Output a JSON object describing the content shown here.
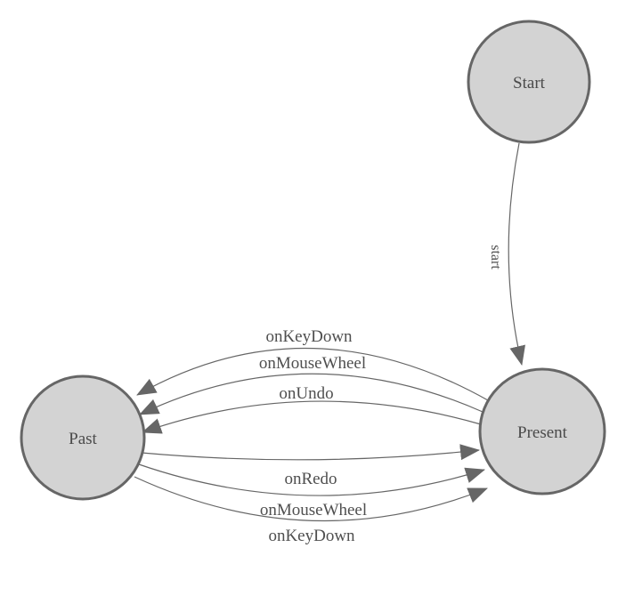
{
  "diagram": {
    "type": "state-machine",
    "colors": {
      "node_fill": "#d3d3d3",
      "node_stroke": "#666666",
      "edge_stroke": "#666666",
      "arrow_fill": "#666666",
      "label_text": "#4a4a4a",
      "background": "#ffffff"
    },
    "nodes": [
      {
        "id": "start",
        "label": "Start"
      },
      {
        "id": "present",
        "label": "Present"
      },
      {
        "id": "past",
        "label": "Past"
      }
    ],
    "edges": [
      {
        "from": "Start",
        "to": "Present",
        "label": "start"
      },
      {
        "from": "Present",
        "to": "Past",
        "label": "onKeyDown"
      },
      {
        "from": "Present",
        "to": "Past",
        "label": "onMouseWheel"
      },
      {
        "from": "Present",
        "to": "Past",
        "label": "onUndo"
      },
      {
        "from": "Past",
        "to": "Present",
        "label": "onRedo"
      },
      {
        "from": "Past",
        "to": "Present",
        "label": "onMouseWheel"
      },
      {
        "from": "Past",
        "to": "Present",
        "label": "onKeyDown"
      }
    ]
  }
}
